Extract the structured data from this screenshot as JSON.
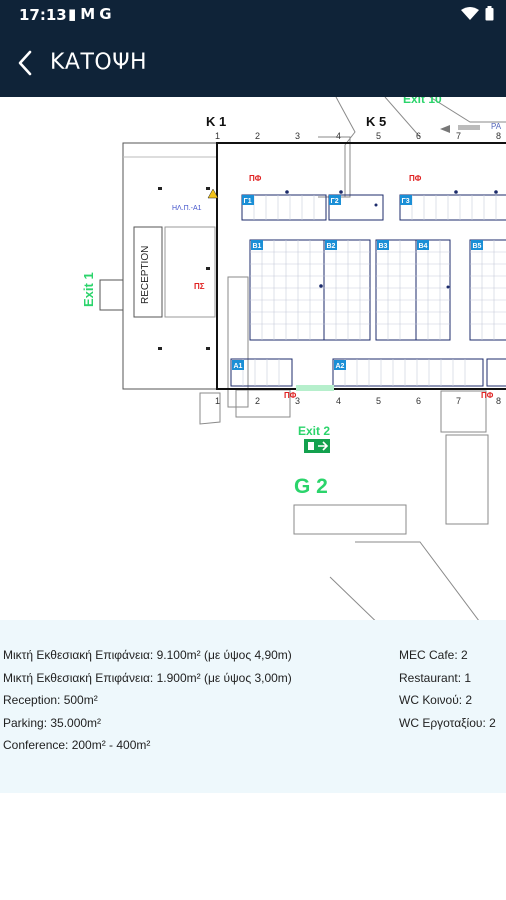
{
  "status_bar": {
    "time": "17:13",
    "notification_icons": [
      "signal-icon",
      "gmail-icon",
      "google-icon"
    ],
    "system_icons": [
      "wifi-icon",
      "battery-icon"
    ]
  },
  "app_bar": {
    "title": "ΚΑΤΟΨΗ",
    "back_icon": "chevron-left-icon"
  },
  "floor_plan": {
    "top_labels": [
      "K 1",
      "K 5",
      "Exit 10"
    ],
    "column_numbers_top": [
      "1",
      "2",
      "3",
      "4",
      "5",
      "6",
      "7",
      "8"
    ],
    "column_numbers_bottom": [
      "1",
      "2",
      "3",
      "4",
      "5",
      "6",
      "7",
      "8"
    ],
    "exit_left": "Exit 1",
    "exit_bottom": "Exit 2",
    "reception": "RECEPTION",
    "hall_label": "ΗΛ.Π.-Α1",
    "fire_labels": [
      "ΠΦ",
      "ΠΦ",
      "ΠΣ",
      "ΠΦ",
      "ΠΦ"
    ],
    "parking_partial": "PA",
    "section_label": "G 2",
    "booths_top": [
      "Γ1",
      "Γ2",
      "Γ3"
    ],
    "booths_middle": [
      "B1",
      "B2",
      "B3",
      "B4",
      "B5"
    ],
    "booths_bottom": [
      "A1",
      "A2"
    ],
    "colors": {
      "exit": "#2bd46b",
      "booth": "#1b8fd6",
      "fire": "#e02020",
      "line": "#1c2b6b"
    }
  },
  "info": {
    "left": [
      "Μικτή Εκθεσιακή Επιφάνεια: 9.100m² (με ύψος 4,90m)",
      "Μικτή Εκθεσιακή Επιφάνεια: 1.900m² (με ύψος 3,00m)",
      "Reception: 500m²",
      "Parking: 35.000m²",
      "Conference: 200m² - 400m²"
    ],
    "right": [
      "MEC Cafe: 2",
      "Restaurant: 1",
      "WC Κοινού: 2",
      "WC Εργοταξίου: 2"
    ]
  }
}
